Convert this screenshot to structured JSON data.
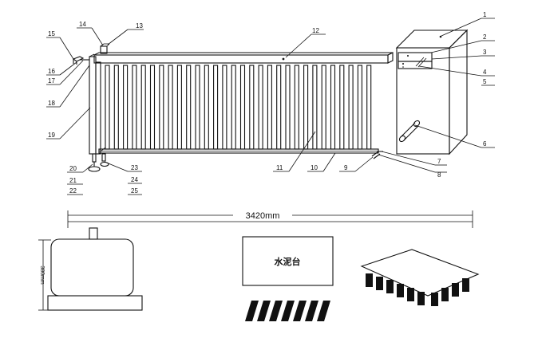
{
  "labels": {
    "l1": "1",
    "l2": "2",
    "l3": "3",
    "l4": "4",
    "l5": "5",
    "l6": "6",
    "l7": "7",
    "l8": "8",
    "l9": "9",
    "l10": "10",
    "l11": "11",
    "l12": "12",
    "l13": "13",
    "l14": "14",
    "l15": "15",
    "l16": "16",
    "l17": "17",
    "l18": "18",
    "l19": "19",
    "l20": "20",
    "l21": "21",
    "l22": "22",
    "l23": "23",
    "l24": "24",
    "l25": "25"
  },
  "dimensions": {
    "length": "3420mm",
    "height": "380mm"
  },
  "cement_pad_label": "水泥台"
}
